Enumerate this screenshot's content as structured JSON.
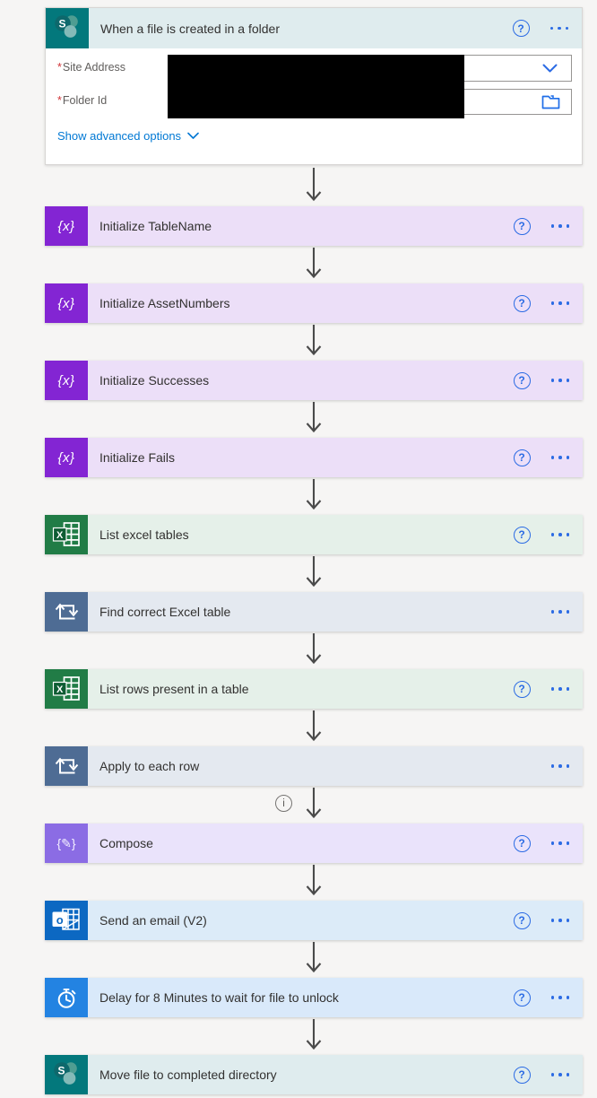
{
  "app": "Power Automate flow designer",
  "glyphs": {
    "variable": "{x}",
    "compose": "{✎}",
    "help": "?",
    "info": "i"
  },
  "colors": {
    "canvas_bg": "#f6f5f4",
    "sharepoint": "#03787c",
    "sharepoint_bg": "#dfecee",
    "variable": "#8325d3",
    "variable_bg": "#ecdff8",
    "excel": "#217c46",
    "excel_bg": "#e5f0e9",
    "control_loop": "#4e6c94",
    "control_loop_bg": "#e4e9f0",
    "compose": "#8b6ce4",
    "compose_bg": "#eae3fb",
    "outlook": "#0c68c2",
    "outlook_bg": "#dcebf8",
    "delay": "#2383e2",
    "delay_bg": "#d9e9fa",
    "accent_blue": "#2b6be4",
    "link_blue": "#0078d4",
    "arrow": "#4a4a4a",
    "title_text": "#323130",
    "label_text": "#605e5c",
    "required_red": "#d13438"
  },
  "trigger": {
    "title": "When a file is created in a folder",
    "connector": "sharepoint",
    "required_marker": "*",
    "fields": [
      {
        "label": "Site Address",
        "required": true,
        "value_redacted": true,
        "control_icon": "chevron-down"
      },
      {
        "label": "Folder Id",
        "required": true,
        "value_redacted": true,
        "control_icon": "folder-picker"
      }
    ],
    "advanced_link": "Show advanced options"
  },
  "actions": [
    {
      "title": "Initialize TableName",
      "connector": "variable",
      "has_help": true
    },
    {
      "title": "Initialize AssetNumbers",
      "connector": "variable",
      "has_help": true
    },
    {
      "title": "Initialize Successes",
      "connector": "variable",
      "has_help": true
    },
    {
      "title": "Initialize Fails",
      "connector": "variable",
      "has_help": true
    },
    {
      "title": "List excel tables",
      "connector": "excel",
      "has_help": true
    },
    {
      "title": "Find correct Excel table",
      "connector": "control-loop",
      "has_help": false
    },
    {
      "title": "List rows present in a table",
      "connector": "excel",
      "has_help": true
    },
    {
      "title": "Apply to each row",
      "connector": "control-loop",
      "has_help": false
    },
    {
      "title": "Compose",
      "connector": "data-operation",
      "has_help": true,
      "info_badge_before": true
    },
    {
      "title": "Send an email (V2)",
      "connector": "outlook",
      "has_help": true
    },
    {
      "title": "Delay for 8 Minutes to wait for file to unlock",
      "connector": "schedule",
      "has_help": true
    },
    {
      "title": "Move file to completed directory",
      "connector": "sharepoint",
      "has_help": true
    }
  ]
}
